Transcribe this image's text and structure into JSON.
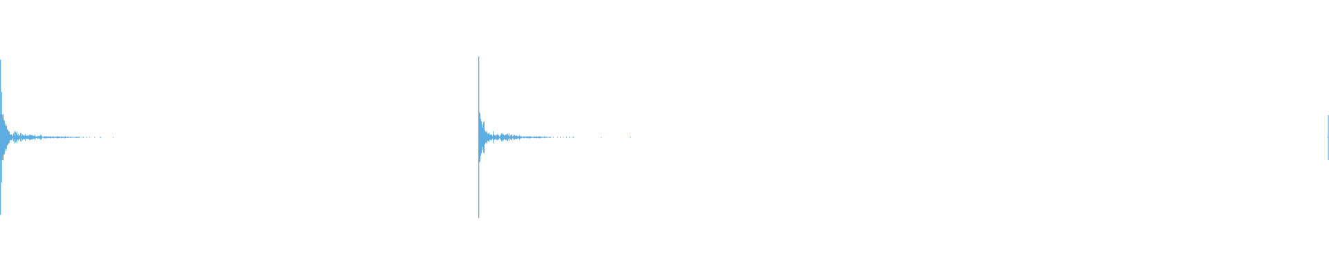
{
  "waveform": {
    "color": "#5dade2",
    "background": "#ffffff",
    "clips": [
      {
        "peak": 0.96,
        "decay": "fast",
        "tail": "dotted"
      },
      {
        "peak": 1.0,
        "decay": "fast",
        "tail": "dotted"
      }
    ],
    "end_marker": true
  }
}
